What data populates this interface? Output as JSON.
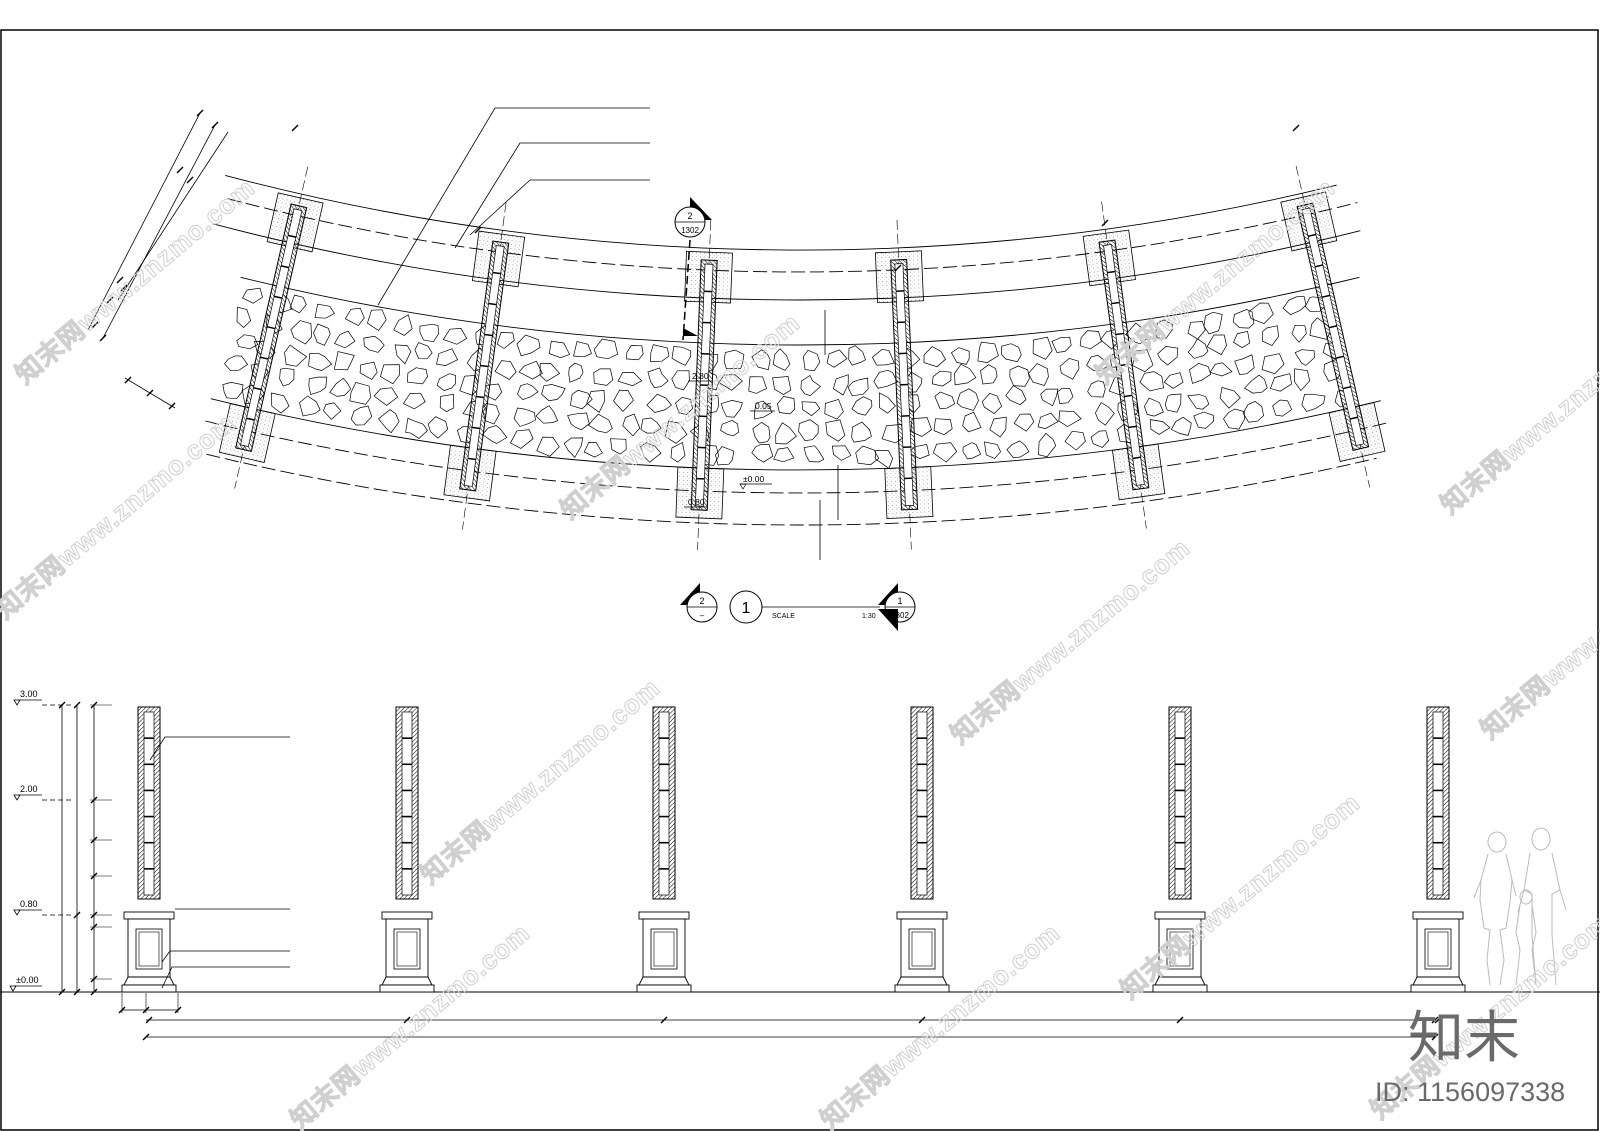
{
  "plan": {
    "section_mark_top": {
      "number": "2",
      "sheet": "1302"
    },
    "elevation_labels": {
      "top": "2.80",
      "mid": "0.05",
      "zero": "±0.00",
      "low": "0.80"
    }
  },
  "title_block": {
    "number": "1",
    "scale_label": "SCALE",
    "scale_value": "1:30",
    "left_mark": {
      "number": "2",
      "sheet": "–"
    },
    "right_mark": {
      "number": "1",
      "sheet": "1302"
    }
  },
  "elevation": {
    "levels": [
      "3.00",
      "2.00",
      "0.80",
      "±0.00"
    ]
  },
  "watermark": {
    "text": "知末网www.znzmo.com",
    "brand": "知末",
    "id_label": "ID: 1156097338"
  }
}
